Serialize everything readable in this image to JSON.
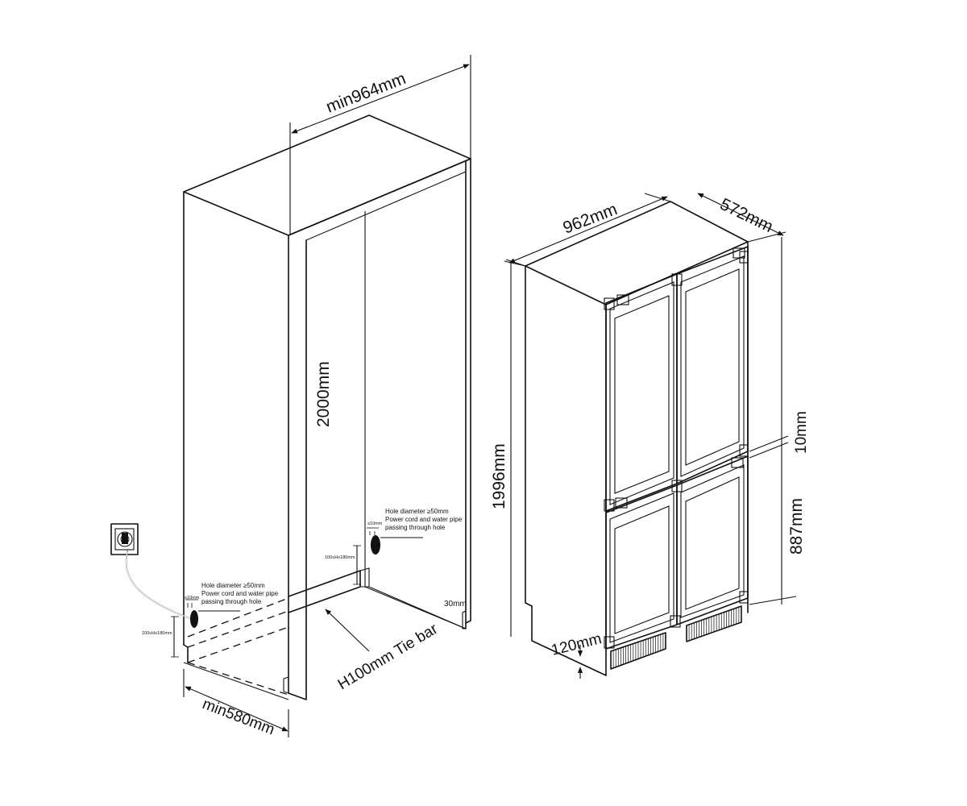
{
  "cabinet": {
    "width_label": "min964mm",
    "height_label": "2000mm",
    "depth_label": "min580mm",
    "tie_bar_label": "H100mm Tie bar",
    "right_gap_label": "30mm",
    "hole_note_left": {
      "line1": "Hole diameter ≥50mm",
      "line2": "Power cord and water pipe",
      "line3": "passing through hole",
      "offset_label": "≤10mm",
      "height_range_label": "100≤H≤180mm"
    },
    "hole_note_right": {
      "line1": "Hole diameter ≥50mm",
      "line2": "Power cord and water pipe",
      "line3": "passing through hole",
      "offset_label": "≤10mm",
      "height_range_label": "100≤H≤180mm"
    }
  },
  "appliance": {
    "width_label": "962mm",
    "depth_label": "572mm",
    "height_label": "1996mm",
    "lower_height_label": "887mm",
    "gap_label": "10mm",
    "base_label": "120mm"
  }
}
